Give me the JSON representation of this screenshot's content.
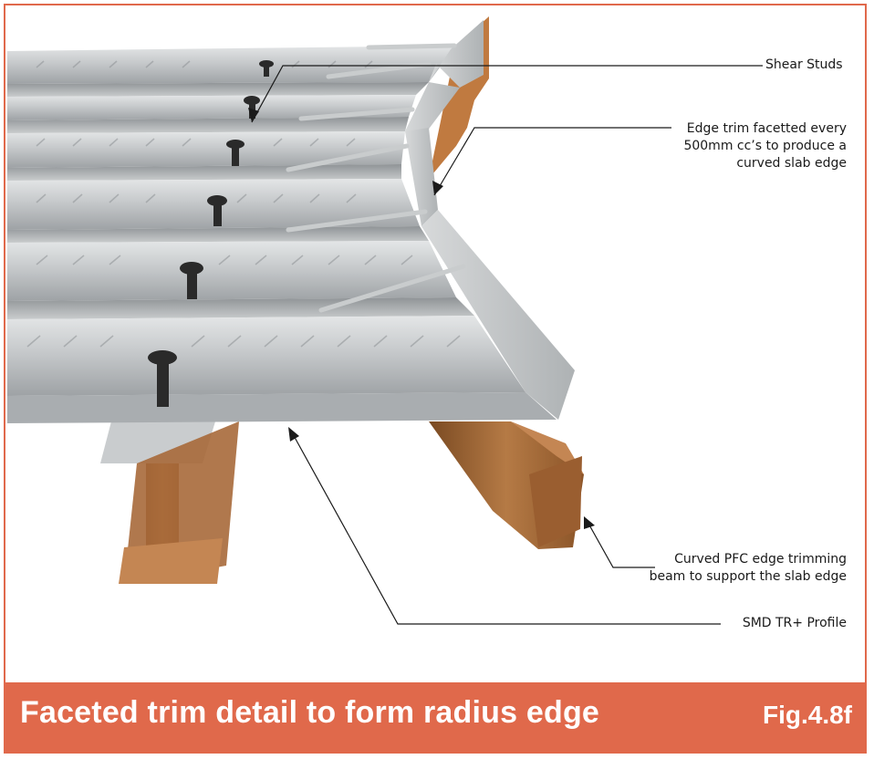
{
  "labels": {
    "shear_studs": "Shear Studs",
    "edge_trim_line1": "Edge trim facetted every",
    "edge_trim_line2": "500mm cc’s to produce a",
    "edge_trim_line3": "curved slab edge",
    "pfc_line1": "Curved PFC edge trimming",
    "pfc_line2": "beam to support the slab edge",
    "profile": "SMD TR+ Profile"
  },
  "caption": {
    "title": "Faceted trim detail to form radius edge",
    "figure": "Fig.4.8f"
  },
  "colors": {
    "accent": "#e0694b",
    "steel": "#b9bcbe",
    "beam": "#b0713f"
  }
}
